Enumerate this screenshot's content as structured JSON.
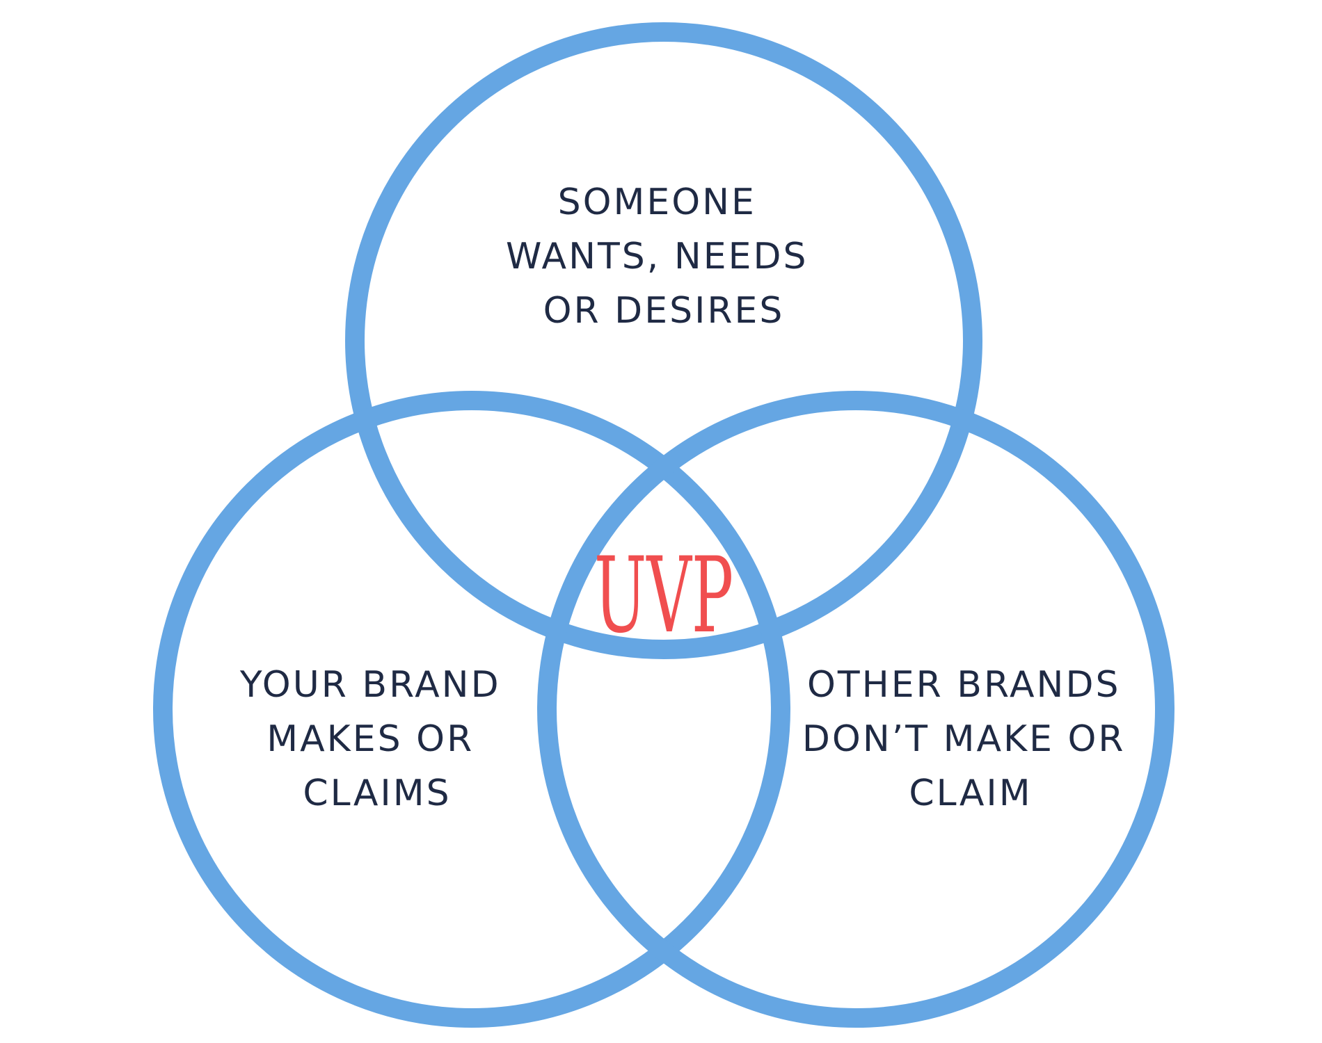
{
  "colors": {
    "circle_stroke": "#65a6e3",
    "label_text": "#1f2a44",
    "center_text": "#f04e4f"
  },
  "sets": {
    "top": {
      "lines": [
        "SOMEONE",
        "WANTS, NEEDS",
        "OR DESIRES"
      ]
    },
    "left": {
      "lines": [
        "YOUR BRAND",
        "MAKES OR",
        "CLAIMS"
      ]
    },
    "right": {
      "lines": [
        "OTHER BRANDS",
        "DON’T MAKE OR",
        "CLAIM"
      ]
    }
  },
  "intersection": {
    "label": "UVP"
  }
}
